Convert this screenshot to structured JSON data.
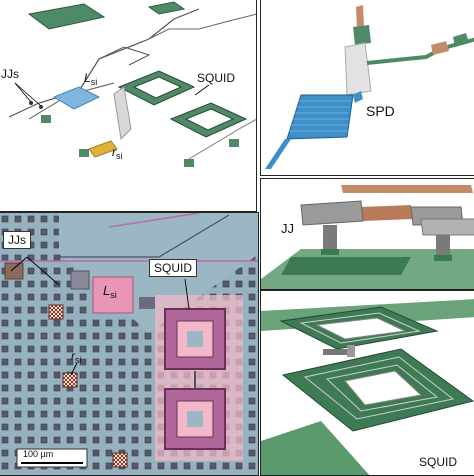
{
  "panel_a": {
    "labels": {
      "jjs": "JJs",
      "lsi_main": "L",
      "lsi_sub": "si",
      "rsi_main": "r",
      "rsi_sub": "si",
      "squid": "SQUID"
    }
  },
  "panel_b": {
    "labels": {
      "spd": "SPD"
    }
  },
  "panel_c": {
    "labels": {
      "jj": "JJ"
    }
  },
  "panel_d": {
    "labels": {
      "jjs": "JJs",
      "lsi_main": "L",
      "lsi_sub": "si",
      "rsi_main": "r",
      "rsi_sub": "si",
      "squid": "SQUID",
      "scale_bar": "100 µm"
    }
  },
  "panel_e": {
    "labels": {
      "squid": "SQUID"
    }
  },
  "colors": {
    "metal_green": "#4f8a66",
    "inductor_blue": "#7fb6e0",
    "resistor_gold": "#e0b23a",
    "micrograph_bg": "#96b2c0",
    "inductor_pink": "#e995b6",
    "copper": "#c48b6a"
  }
}
